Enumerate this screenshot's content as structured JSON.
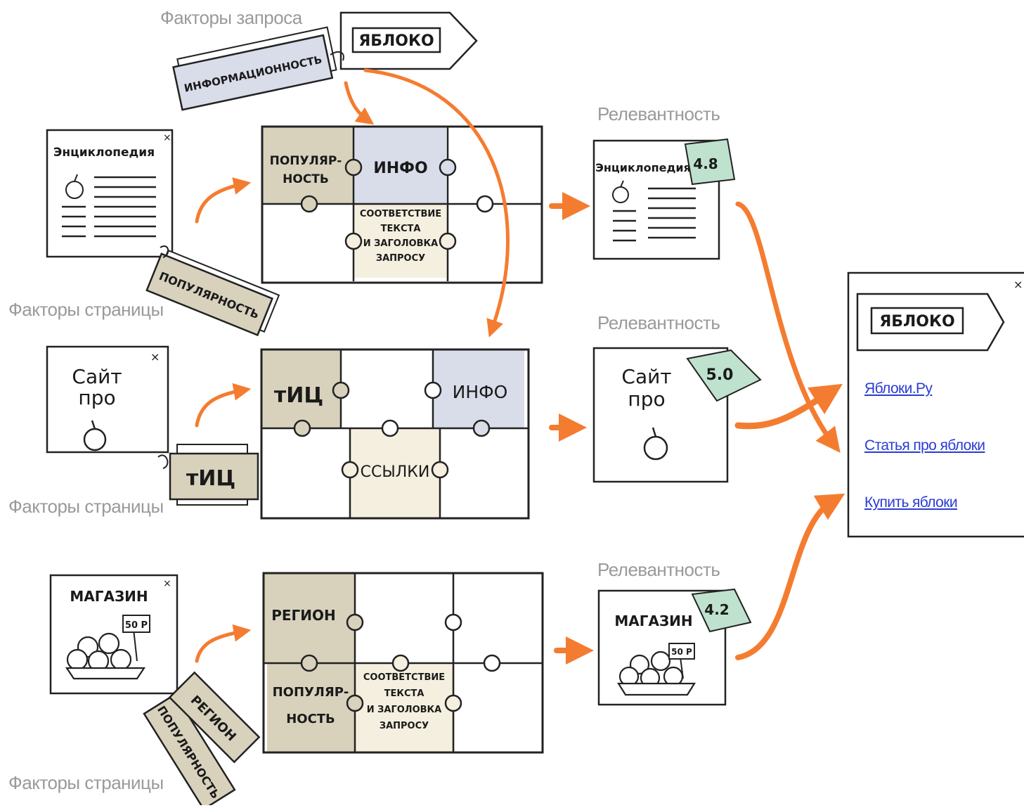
{
  "labels": {
    "query_factors": "Факторы запроса",
    "page_factors": "Факторы страницы",
    "relevance": "Релевантность"
  },
  "query": {
    "word": "ЯБЛОКО",
    "tag": "ИНФОРМАЦИОННОСТЬ"
  },
  "rows": [
    {
      "page_title": "Энциклопедия",
      "tags": [
        "ПОПУЛЯРНОСТЬ"
      ],
      "puzzle": {
        "tl": "ПОПУЛЯР-|НОСТЬ",
        "tm": "ИНФО",
        "bm": "СООТВЕТСТВИЕ|ТЕКСТА|И ЗАГОЛОВКА|ЗАПРОСУ"
      },
      "result_title": "Энциклопедия",
      "score": "4.8"
    },
    {
      "page_title": "Сайт|про",
      "tags": [
        "тИЦ"
      ],
      "puzzle": {
        "tl": "тИЦ",
        "tr": "ИНФО",
        "bm": "ССЫЛКИ"
      },
      "result_title": "Сайт|про",
      "score": "5.0"
    },
    {
      "page_title": "МАГАЗИН",
      "price": "50 Р",
      "tags": [
        "РЕГИОН",
        "ПОПУЛЯРНОСТЬ"
      ],
      "puzzle": {
        "tl": "РЕГИОН",
        "bl": "ПОПУЛЯР-|НОСТЬ",
        "bm": "СООТВЕТСТВИЕ|ТЕКСТА|И ЗАГОЛОВКА|ЗАПРОСУ"
      },
      "result_title": "МАГАЗИН",
      "score": "4.2"
    }
  ],
  "serp": {
    "query": "ЯБЛОКО",
    "close": "×",
    "results": [
      "Яблоки.Ру",
      "Статья про яблоки",
      "Купить яблоки"
    ]
  },
  "colors": {
    "arrow": "#f47c30",
    "tan": "#d8d2bd",
    "blue": "#d9dde9",
    "cream": "#f5efdf",
    "score": "#bfe2cf",
    "link": "#2a3bd6"
  }
}
